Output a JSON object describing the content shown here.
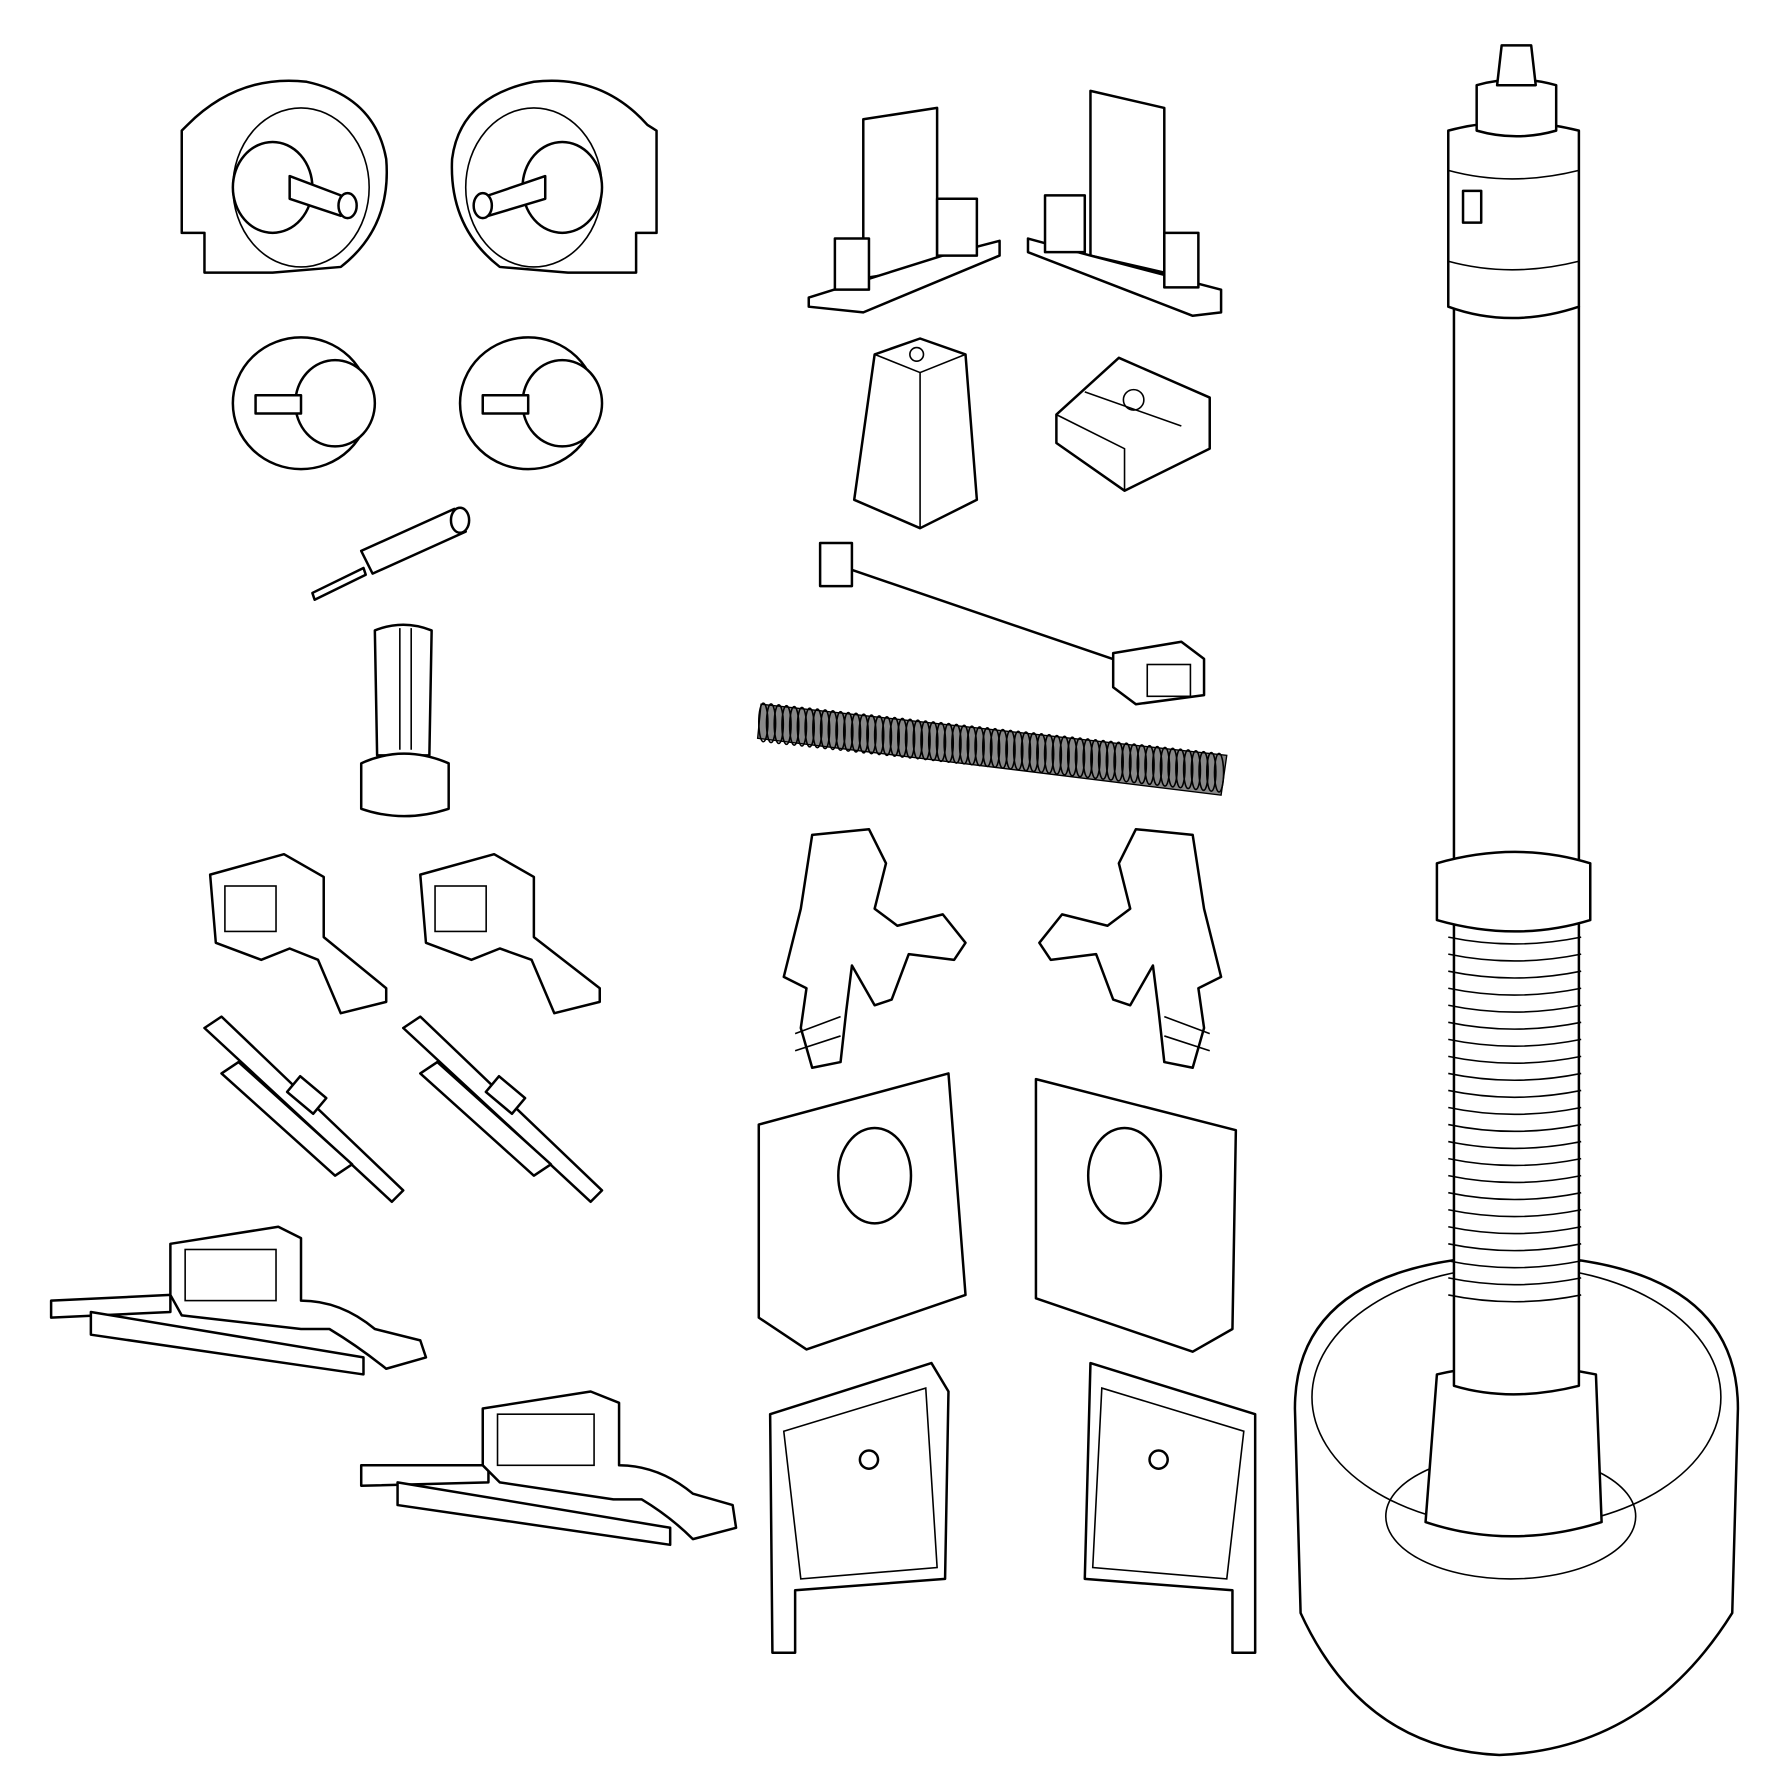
{
  "drawing": {
    "line_color": "#000000",
    "background_color": "#ffffff",
    "parts": [
      "end-cap-left",
      "end-cap-right",
      "bushing-left",
      "bushing-right",
      "pin",
      "slotted-plug",
      "bracket-clip-left",
      "bracket-clip-right",
      "rail-slider-left",
      "rail-slider-right",
      "rail-bracket-large-left",
      "rail-bracket-large-right",
      "guide-stand-left",
      "guide-stand-right",
      "tapered-block",
      "mount-block",
      "rod-with-end-blocks",
      "coil-spring",
      "motor-clip-left",
      "motor-clip-right",
      "side-plate-left",
      "side-plate-right",
      "frame-plate-left",
      "frame-plate-right",
      "motor-tube-assembly"
    ]
  }
}
